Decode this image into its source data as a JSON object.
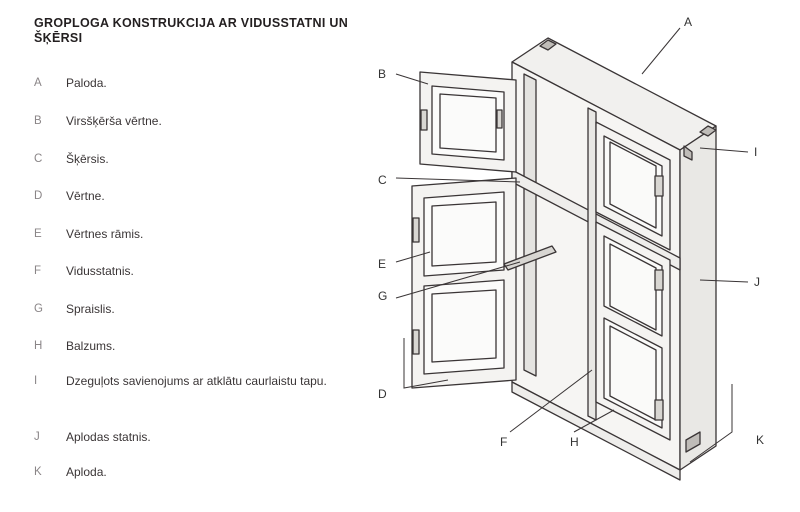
{
  "title": "GROPLOGA KONSTRUKCIJA AR VIDUSSTATNI UN ŠĶĒRSI",
  "legend": [
    {
      "letter": "A",
      "text": "Paloda."
    },
    {
      "letter": "B",
      "text": "Virsšķēršа vērtne."
    },
    {
      "letter": "C",
      "text": "Šķērsis."
    },
    {
      "letter": "D",
      "text": "Vērtne."
    },
    {
      "letter": "E",
      "text": "Vērtnes rāmis."
    },
    {
      "letter": "F",
      "text": "Vidusstatnis."
    },
    {
      "letter": "G",
      "text": "Spraislis."
    },
    {
      "letter": "H",
      "text": "Balzums."
    },
    {
      "letter": "I",
      "text": "Dzeguļots savienojums ar atklātu caurlaistu tapu."
    },
    {
      "letter": "J",
      "text": "Aplodas statnis."
    },
    {
      "letter": "K",
      "text": "Aploda."
    }
  ],
  "callouts": {
    "A": "A",
    "B": "B",
    "C": "C",
    "D": "D",
    "E": "E",
    "F": "F",
    "G": "G",
    "H": "H",
    "I": "I",
    "J": "J",
    "K": "K"
  }
}
